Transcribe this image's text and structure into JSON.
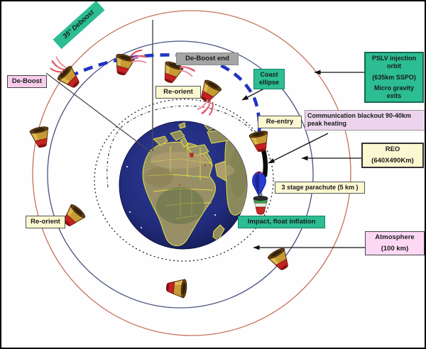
{
  "diagram": {
    "subject": "SRE mission re-entry profile diagram",
    "labels": {
      "deboost_angle": "35° Deboost",
      "deboost": "De-Boost",
      "deboost_end": "De-Boost end",
      "reorient_top": "Re-orient",
      "reorient_left": "Re-orient",
      "coast_ellipse": {
        "line1": "Coast",
        "line2": "ellipse"
      },
      "reentry": "Re-entry",
      "pslv": {
        "line1": "PSLV injection",
        "line2": "orbit",
        "line3": "(635km SSPO)",
        "line4": "Micro gravity",
        "line5": "exits"
      },
      "comm_blackout": {
        "line1": "Communication blackout 90-40km",
        "line2": "peak heating"
      },
      "reo": {
        "line1": "REO",
        "line2": "(640X490Km)"
      },
      "parachute": "3 stage parachute (5 km )",
      "impact": "Impact, float inflation",
      "atmosphere": {
        "line1": "Atmosphere",
        "line2": "(100 km)"
      }
    },
    "colors": {
      "teal_box": "#2cbd92",
      "pink_box": "#f8cdec",
      "lavender_box": "#ecd4ec",
      "yellow_box": "#fbf8d2",
      "gray_box": "#a5a5a5",
      "pslv_orbit_ellipse": "#c4705a",
      "reo_orbit_ellipse": "#46507e",
      "deboost_dashed_line": "#2133c4",
      "ocean": "#222c7c",
      "country_border": "#e6e63c",
      "capsule_gold": "#c79a33",
      "capsule_red": "#c32222"
    },
    "icons": {
      "capsule": "capsule-icon",
      "flame": "rocket-flame-icon",
      "parachute": "parachute-icon",
      "earth": "earth-globe-icon",
      "blackout_streak": "heating-streak-icon",
      "arrow": "arrow-left-icon"
    }
  }
}
